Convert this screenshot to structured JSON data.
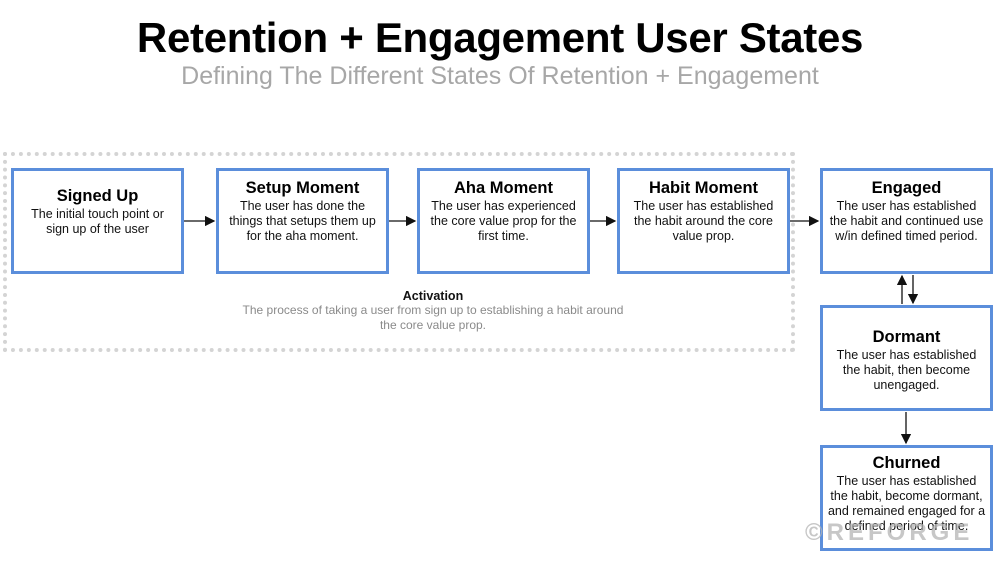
{
  "header": {
    "title": "Retention + Engagement User States",
    "subtitle": "Defining The Different States Of Retention + Engagement"
  },
  "activation": {
    "label": "Activation",
    "description": "The process of taking a user from sign up to establishing a habit around the core value prop."
  },
  "states": [
    {
      "name": "Signed Up",
      "description": "The initial touch point or sign up of the user"
    },
    {
      "name": "Setup Moment",
      "description": "The user has done the things that setups them up for the aha moment."
    },
    {
      "name": "Aha Moment",
      "description": "The user has experienced the core value prop for the first time."
    },
    {
      "name": "Habit Moment",
      "description": "The user has established the habit around the core value prop."
    },
    {
      "name": "Engaged",
      "description": "The user has established the habit and continued use w/in defined timed period."
    },
    {
      "name": "Dormant",
      "description": "The user has established the habit, then become unengaged."
    },
    {
      "name": "Churned",
      "description": "The user has established the habit, become dormant, and remained engaged for a defined period of time."
    }
  ],
  "watermark": "©REFORGE",
  "colors": {
    "box_border": "#5b8edb",
    "subtitle": "#a7a7a7",
    "frame": "#d4d4d4"
  }
}
